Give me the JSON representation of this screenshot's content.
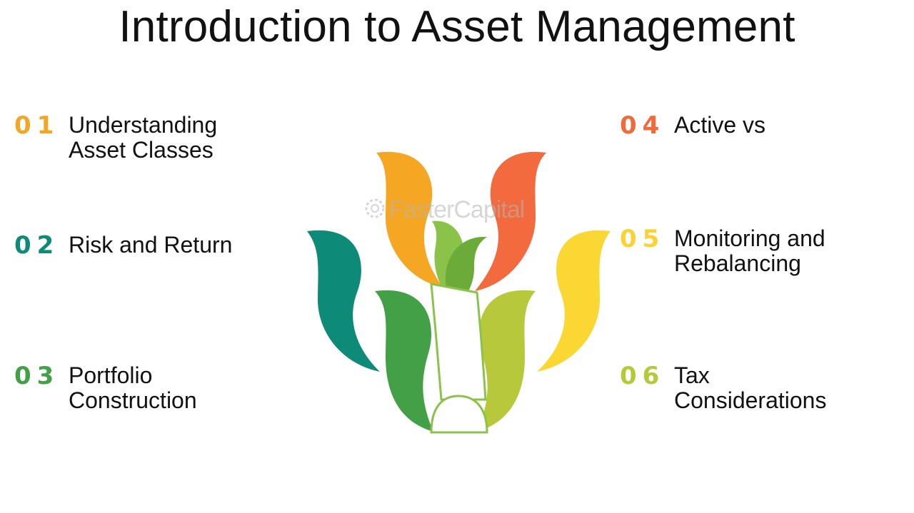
{
  "title": "Introduction to Asset Management",
  "watermark": "FasterCapital",
  "items": [
    {
      "number": "01",
      "label": "Understanding\nAsset Classes",
      "color": "#f2a626"
    },
    {
      "number": "02",
      "label": "Risk and Return",
      "color": "#0e8a76"
    },
    {
      "number": "03",
      "label": "Portfolio\nConstruction",
      "color": "#43a047"
    },
    {
      "number": "04",
      "label": "Active vs",
      "color": "#f06a3b"
    },
    {
      "number": "05",
      "label": "Monitoring and\nRebalancing",
      "color": "#fad232"
    },
    {
      "number": "06",
      "label": "Tax\nConsiderations",
      "color": "#b6c93a"
    }
  ],
  "petal_colors": {
    "orange": "#f5a623",
    "red_orange": "#f26a3d",
    "teal": "#0d8b78",
    "yellow": "#fbd734",
    "green": "#43a047",
    "yellow_green": "#b7c83a",
    "light_green": "#8bc34a",
    "mid_green": "#6aab3a"
  }
}
